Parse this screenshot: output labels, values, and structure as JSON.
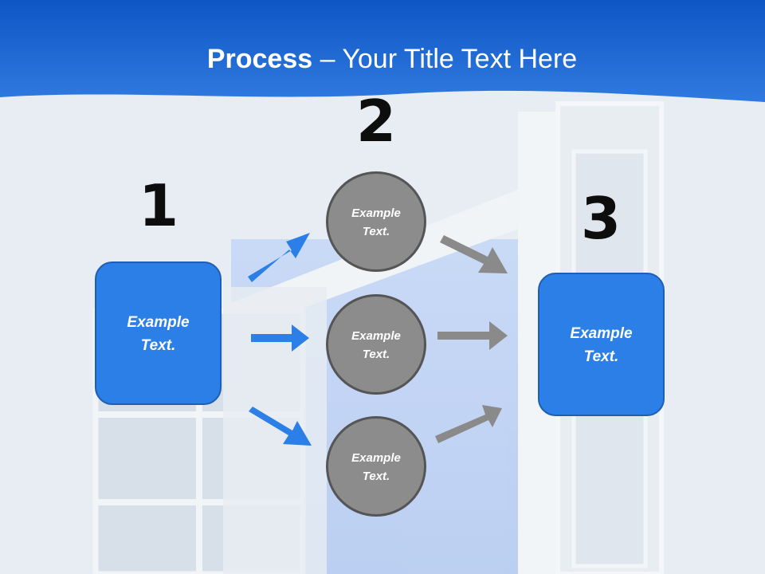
{
  "title": {
    "bold": "Process",
    "rest": " – Your Title Text Here"
  },
  "steps": {
    "one": "1",
    "two": "2",
    "three": "3"
  },
  "labels": {
    "left_box": "Example\nText.",
    "circle_top": "Example\nText.",
    "circle_mid": "Example\nText.",
    "circle_bottom": "Example\nText.",
    "right_box": "Example\nText."
  },
  "colors": {
    "banner": "#1a63cc",
    "box_fill": "#2b7fe6",
    "circle_fill": "#8c8c8c",
    "blue_arrow": "#2b7fe6",
    "gray_arrow": "#8a8a8a"
  }
}
